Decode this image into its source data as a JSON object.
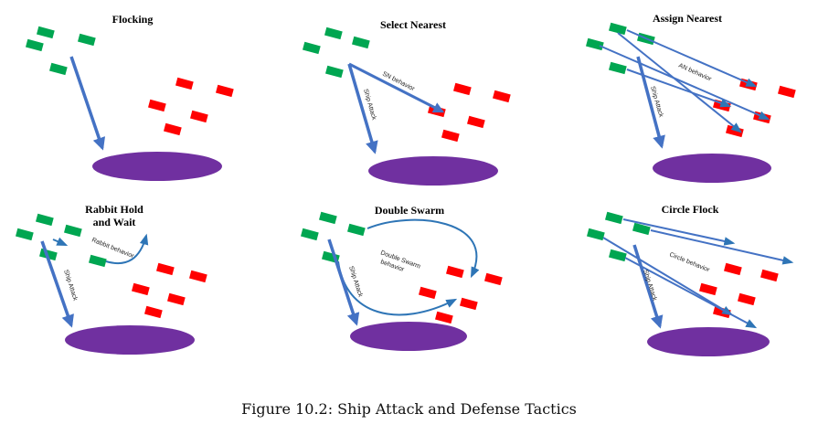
{
  "figure": {
    "caption": "Figure 10.2: Ship Attack and Defense Tactics"
  },
  "colors": {
    "attacker": "#00a651",
    "defender": "#ff0000",
    "target": "#7030a0",
    "arrow": "#4472c4",
    "behavior": "#2e75b6"
  },
  "panels": [
    {
      "title": "Flocking"
    },
    {
      "title": "Select Nearest",
      "labels": [
        "SN behavior",
        "Ship Attack"
      ]
    },
    {
      "title": "Assign Nearest",
      "labels": [
        "AN behavior",
        "Ship Attack"
      ]
    },
    {
      "title_lines": [
        "Rabbit Hold",
        "and Wait"
      ],
      "labels": [
        "Rabbit behavior",
        "Ship Attack"
      ]
    },
    {
      "title": "Double Swarm",
      "labels": [
        "Double Swarm",
        "behavior",
        "Ship Attack"
      ]
    },
    {
      "title": "Circle Flock",
      "labels": [
        "Circle behavior",
        "Ship Attack"
      ]
    }
  ]
}
